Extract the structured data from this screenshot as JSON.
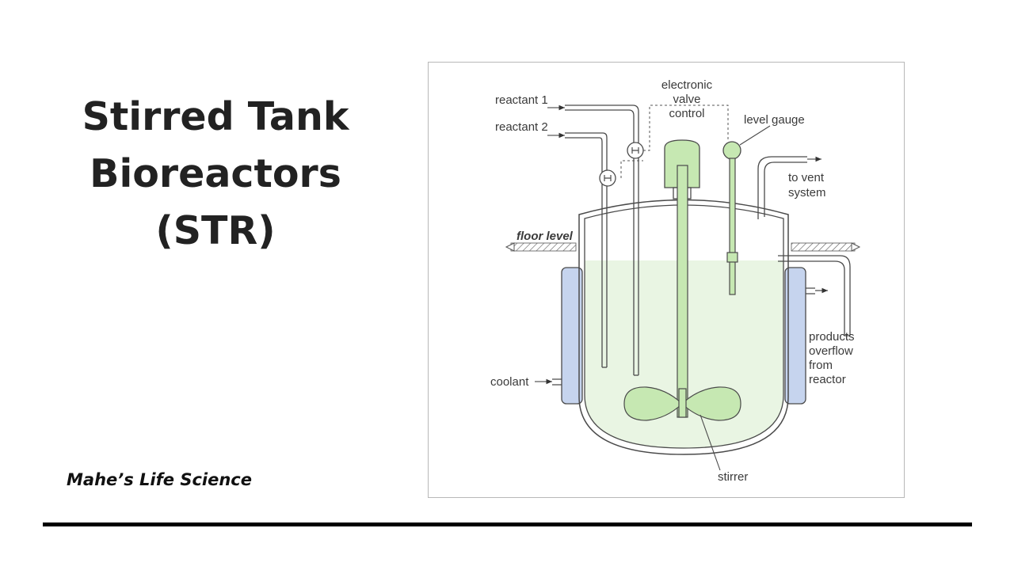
{
  "slide": {
    "title_lines": [
      "Stirred Tank",
      "Bioreactors",
      "(STR)"
    ],
    "credit": "Mahe’s Life Science"
  },
  "diagram": {
    "labels": {
      "reactant_1": "reactant 1",
      "reactant_2": "reactant 2",
      "electronic_valve_control": [
        "electronic",
        "valve",
        "control"
      ],
      "level_gauge": "level gauge",
      "to_vent_system": [
        "to vent",
        "system"
      ],
      "floor_level": "floor level",
      "products_overflow": [
        "products",
        "overflow",
        "from",
        "reactor"
      ],
      "coolant": "coolant",
      "stirrer": "stirrer"
    },
    "colors": {
      "liquid": "#e9f5e3",
      "green_parts": "#c6e8b2",
      "jacket": "#c6d4ee",
      "outline": "#4a4a4a"
    }
  }
}
